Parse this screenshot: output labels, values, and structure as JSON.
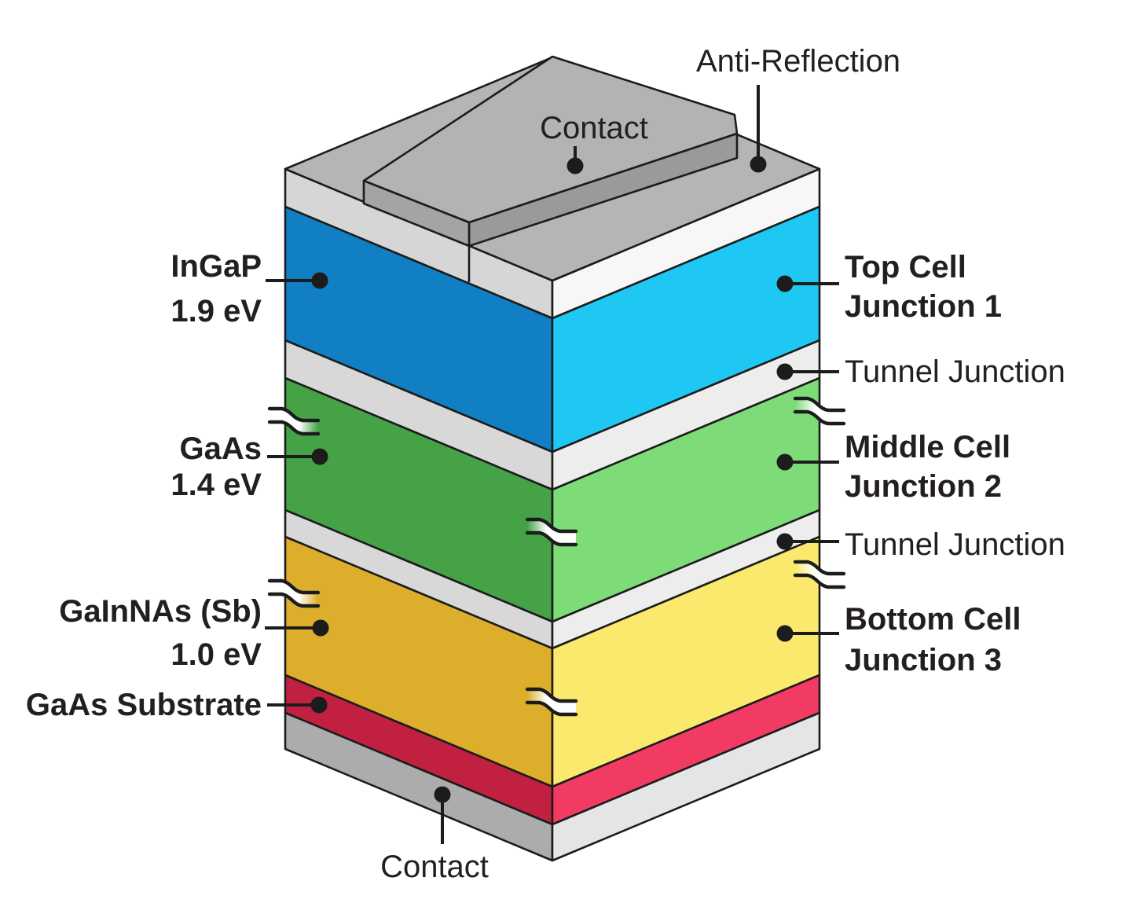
{
  "diagram": {
    "type": "layer-stack-diagram",
    "subject": "Triple-junction solar cell cross-section",
    "labels": {
      "anti_reflection": "Anti-Reflection",
      "contact_top": "Contact",
      "contact_bottom": "Contact",
      "ingap_line1": "InGaP",
      "ingap_line2": "1.9 eV",
      "gaas_line1": "GaAs",
      "gaas_line2": "1.4 eV",
      "gainnas_line1": "GaInNAs (Sb)",
      "gainnas_line2": "1.0 eV",
      "gaas_substrate": "GaAs Substrate",
      "top_cell_line1": "Top Cell",
      "top_cell_line2": "Junction 1",
      "tunnel_junction_1": "Tunnel Junction",
      "middle_cell_line1": "Middle Cell",
      "middle_cell_line2": "Junction 2",
      "tunnel_junction_2": "Tunnel Junction",
      "bottom_cell_line1": "Bottom Cell",
      "bottom_cell_line2": "Junction 3"
    },
    "layers": [
      {
        "name": "Contact",
        "role": "top electrode bar"
      },
      {
        "name": "Anti-Reflection",
        "role": "coating"
      },
      {
        "name": "InGaP",
        "bandgap": "1.9 eV",
        "cell": "Top Cell",
        "junction": "Junction 1"
      },
      {
        "name": "Tunnel Junction",
        "role": "interconnect"
      },
      {
        "name": "GaAs",
        "bandgap": "1.4 eV",
        "cell": "Middle Cell",
        "junction": "Junction 2"
      },
      {
        "name": "Tunnel Junction",
        "role": "interconnect"
      },
      {
        "name": "GaInNAs (Sb)",
        "bandgap": "1.0 eV",
        "cell": "Bottom Cell",
        "junction": "Junction 3"
      },
      {
        "name": "GaAs Substrate",
        "role": "substrate"
      },
      {
        "name": "Contact",
        "role": "bottom electrode"
      }
    ],
    "colors": {
      "background": "#ffffff",
      "outline": "#1c1c1c",
      "text": "#231f20",
      "ar_top": "#b5b5b5",
      "contact_bar_top": "#b3b3b3",
      "contact_bar_front": "#9a9a9a",
      "contact_bar_end": "#a4a4a4",
      "window_left": "#d6d6d6",
      "window_right": "#f7f7f7",
      "ingap_left": "#107fc4",
      "ingap_right": "#1ec8f2",
      "tunnel_left": "#d8d8d8",
      "tunnel_right": "#ededed",
      "gaas_left": "#45a247",
      "gaas_right": "#7edc78",
      "gainnas_left": "#dcae2c",
      "gainnas_right": "#fae96c",
      "substrate_left": "#c22040",
      "substrate_right": "#f23b63",
      "contact_bottom_left": "#acacac",
      "contact_bottom_right": "#e5e5e5"
    }
  }
}
